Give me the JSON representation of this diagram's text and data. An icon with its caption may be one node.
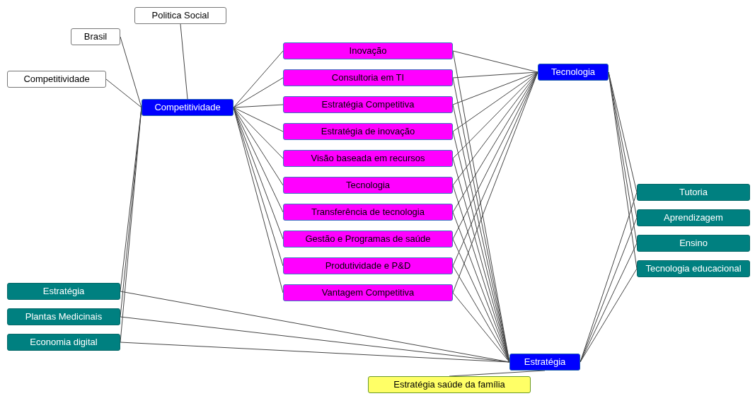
{
  "diagram": {
    "nodes": [
      {
        "text": [
          "Brasil"
        ]
      },
      {
        "text": [
          "Politica Social"
        ]
      },
      {
        "text": [
          "Competitividade"
        ]
      },
      {
        "text": [
          "Inovação"
        ]
      },
      {
        "text": [
          "Consultoria em TI"
        ]
      },
      {
        "text": [
          "Estratégia Competitiva"
        ]
      },
      {
        "text": [
          "Estratégia de inovação"
        ]
      },
      {
        "text": [
          "Visão baseada em recursos"
        ]
      },
      {
        "text": [
          "Tecnologia"
        ]
      },
      {
        "text": [
          "Transferência de tecnologia"
        ]
      },
      {
        "text": [
          "Gestão e Programas de saúde"
        ]
      },
      {
        "text": [
          "Produtividade e P&D"
        ]
      },
      {
        "text": [
          "Vantagem Competitiva"
        ]
      },
      {
        "text": [
          "Tecnologia"
        ]
      },
      {
        "text": [
          "Competitividade"
        ]
      },
      {
        "text": [
          "Tutoria"
        ]
      },
      {
        "text": [
          "Aprendizagem"
        ]
      },
      {
        "text": [
          "Estratégia"
        ]
      },
      {
        "text": [
          "Ensino"
        ]
      },
      {
        "text": [
          "Plantas Medicinais"
        ]
      },
      {
        "text": [
          "Tecnologia educacional"
        ]
      },
      {
        "text": [
          "Economia digital"
        ]
      },
      {
        "text": [
          "Estratégia"
        ]
      },
      {
        "text": [
          "Estratégia saúde da família"
        ]
      }
    ],
    "edges": [
      {
        "from": 14,
        "to": 0,
        "arrow": "none"
      },
      {
        "from": 14,
        "to": 1,
        "arrow": "none"
      },
      {
        "from": 14,
        "to": 2,
        "arrow": "none"
      },
      {
        "from": 14,
        "to": 3,
        "arrow": "none"
      },
      {
        "from": 14,
        "to": 4,
        "arrow": "none"
      },
      {
        "from": 14,
        "to": 5,
        "arrow": "none"
      },
      {
        "from": 14,
        "to": 6,
        "arrow": "none"
      },
      {
        "from": 14,
        "to": 7,
        "arrow": "none"
      },
      {
        "from": 14,
        "to": 8,
        "arrow": "none"
      },
      {
        "from": 14,
        "to": 9,
        "arrow": "none"
      },
      {
        "from": 14,
        "to": 10,
        "arrow": "none"
      },
      {
        "from": 14,
        "to": 11,
        "arrow": "none"
      },
      {
        "from": 14,
        "to": 12,
        "arrow": "none"
      },
      {
        "from": 13,
        "to": 3,
        "arrow": "none"
      },
      {
        "from": 13,
        "to": 4,
        "arrow": "none"
      },
      {
        "from": 13,
        "to": 5,
        "arrow": "none"
      },
      {
        "from": 13,
        "to": 6,
        "arrow": "none"
      },
      {
        "from": 13,
        "to": 7,
        "arrow": "none"
      },
      {
        "from": 13,
        "to": 8,
        "arrow": "none"
      },
      {
        "from": 13,
        "to": 9,
        "arrow": "none"
      },
      {
        "from": 13,
        "to": 10,
        "arrow": "none"
      },
      {
        "from": 13,
        "to": 11,
        "arrow": "none"
      },
      {
        "from": 13,
        "to": 12,
        "arrow": "none"
      },
      {
        "from": 22,
        "to": 3,
        "arrow": "none"
      },
      {
        "from": 22,
        "to": 4,
        "arrow": "none"
      },
      {
        "from": 22,
        "to": 5,
        "arrow": "none"
      },
      {
        "from": 22,
        "to": 6,
        "arrow": "none"
      },
      {
        "from": 22,
        "to": 7,
        "arrow": "none"
      },
      {
        "from": 22,
        "to": 8,
        "arrow": "none"
      },
      {
        "from": 22,
        "to": 9,
        "arrow": "none"
      },
      {
        "from": 22,
        "to": 10,
        "arrow": "none"
      },
      {
        "from": 22,
        "to": 11,
        "arrow": "none"
      },
      {
        "from": 22,
        "to": 12,
        "arrow": "none"
      },
      {
        "from": 14,
        "to": 17,
        "arrow": "none"
      },
      {
        "from": 14,
        "to": 19,
        "arrow": "none"
      },
      {
        "from": 14,
        "to": 21,
        "arrow": "none"
      },
      {
        "from": 22,
        "to": 17,
        "arrow": "none"
      },
      {
        "from": 22,
        "to": 19,
        "arrow": "none"
      },
      {
        "from": 22,
        "to": 21,
        "arrow": "none"
      },
      {
        "from": 13,
        "to": 15,
        "arrow": "none"
      },
      {
        "from": 13,
        "to": 16,
        "arrow": "none"
      },
      {
        "from": 13,
        "to": 18,
        "arrow": "none"
      },
      {
        "from": 13,
        "to": 20,
        "arrow": "none"
      },
      {
        "from": 22,
        "to": 15,
        "arrow": "none"
      },
      {
        "from": 22,
        "to": 16,
        "arrow": "none"
      },
      {
        "from": 22,
        "to": 18,
        "arrow": "none"
      },
      {
        "from": 22,
        "to": 20,
        "arrow": "none"
      },
      {
        "from": 22,
        "to": 23,
        "arrow": "none"
      }
    ]
  }
}
